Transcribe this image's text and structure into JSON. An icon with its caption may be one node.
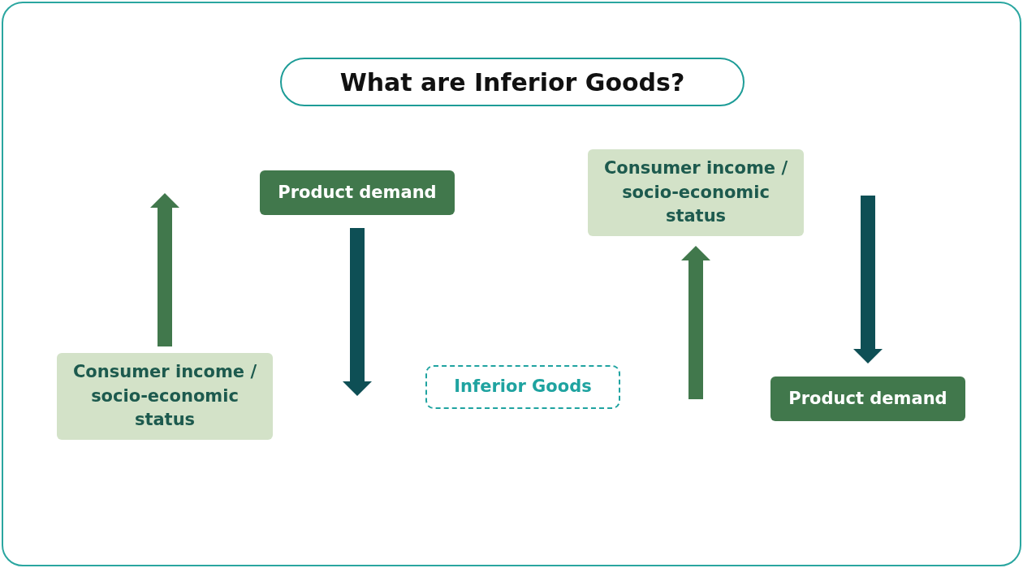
{
  "diagram": {
    "title": "What are Inferior Goods?",
    "nodes": [
      {
        "text": [
          "Consumer income / socio-economic status"
        ]
      },
      {
        "text": [
          "Product demand"
        ]
      },
      {
        "text": [
          "Inferior Goods"
        ]
      },
      {
        "text": [
          "Consumer income / socio-economic status"
        ]
      },
      {
        "text": [
          "Product demand"
        ]
      }
    ],
    "edges": []
  }
}
